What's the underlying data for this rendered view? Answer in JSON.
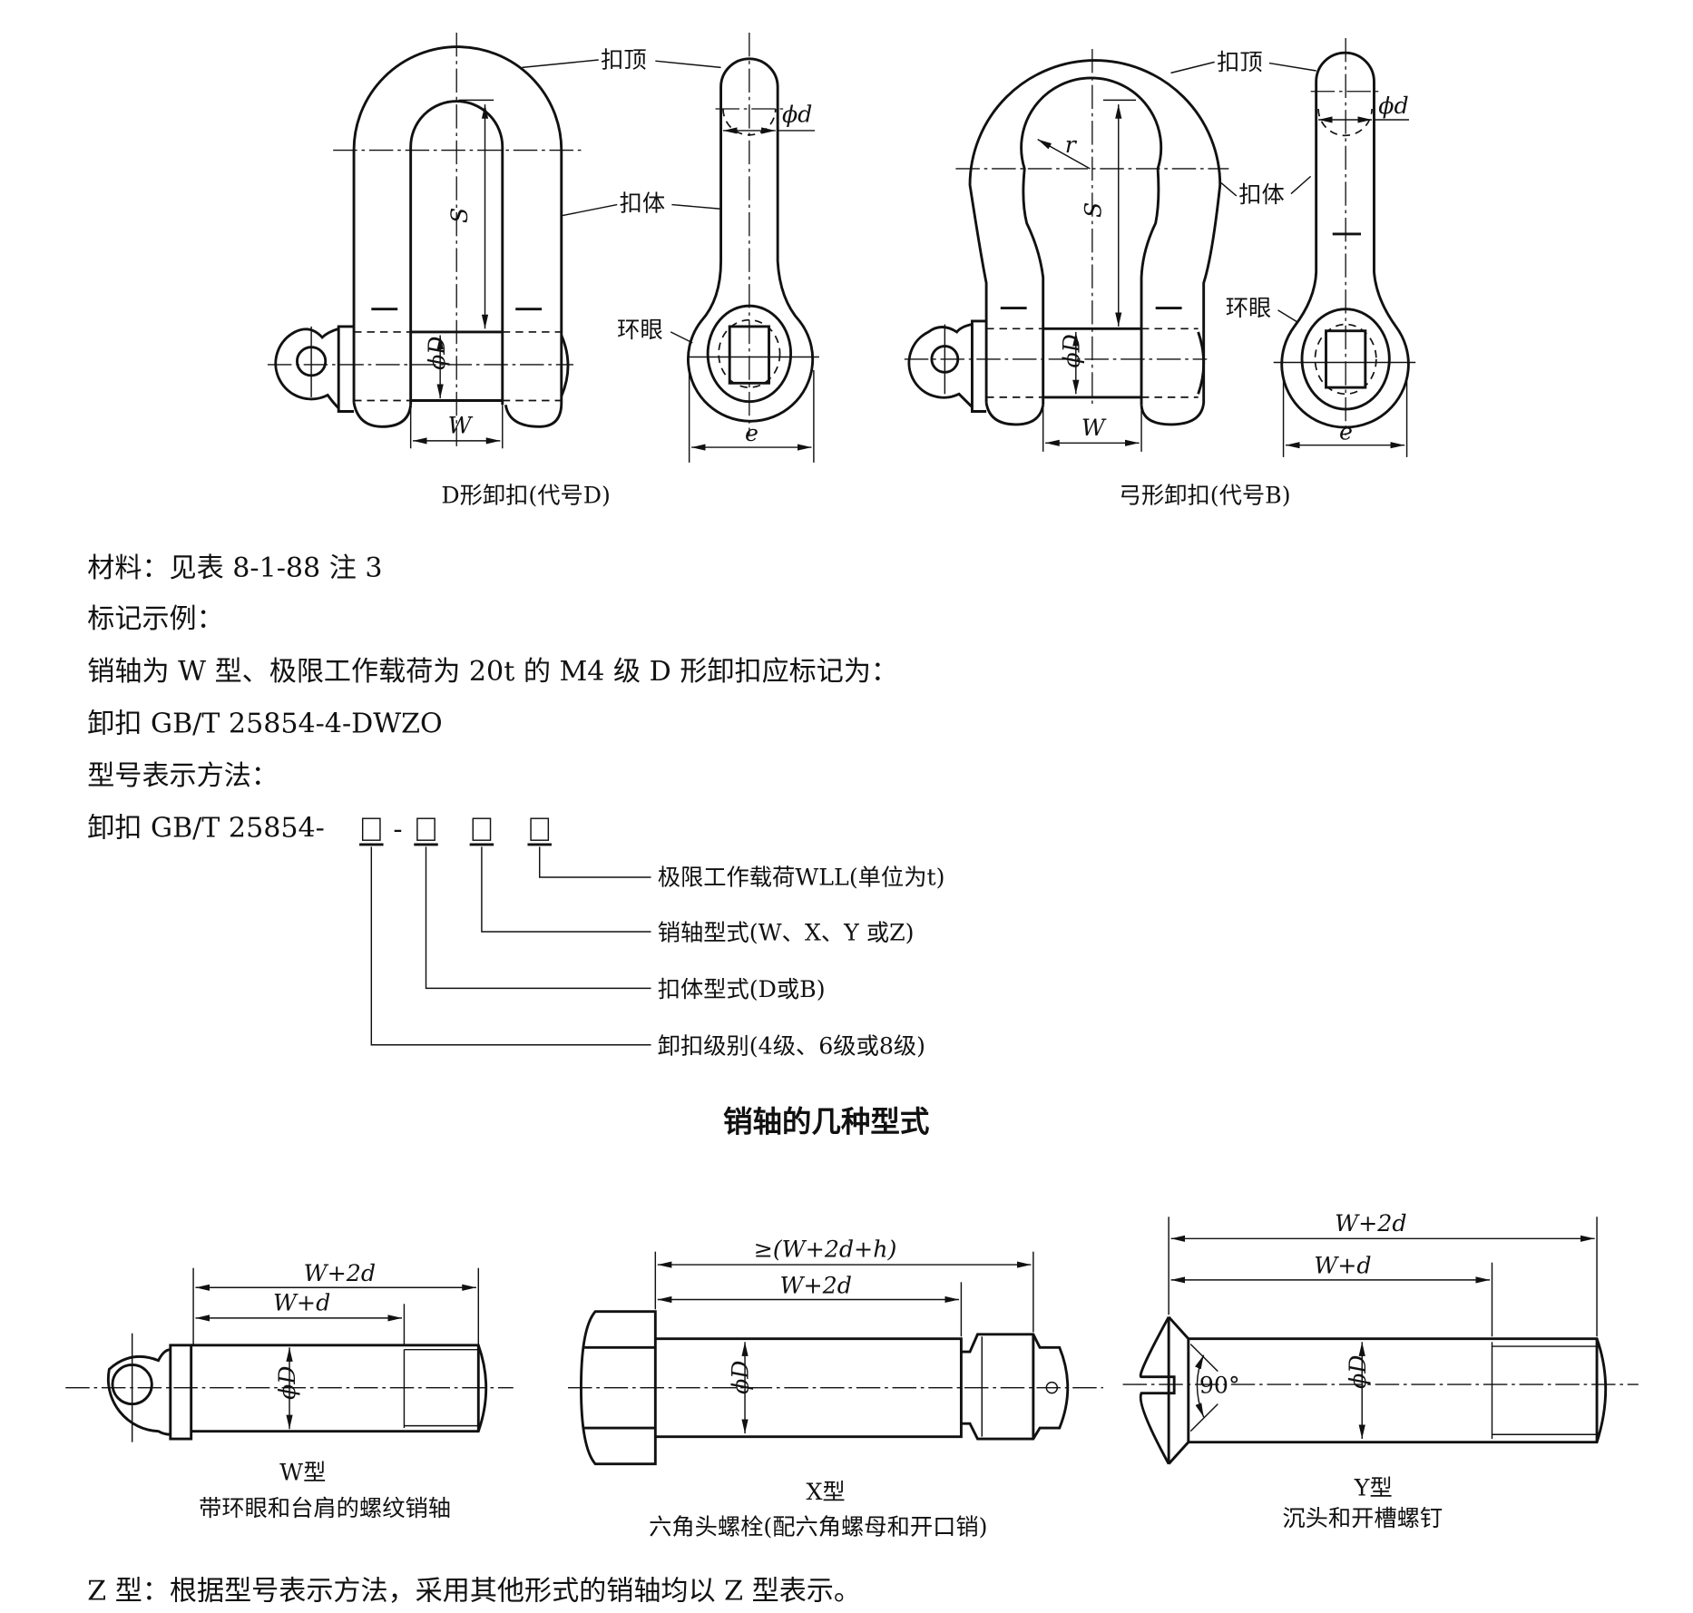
{
  "figures": {
    "d_shackle": {
      "caption": "D形卸扣(代号D)",
      "labels": {
        "crown": "扣顶",
        "body": "扣体",
        "eye": "环眼"
      },
      "dims": {
        "pin_dia": "ϕD",
        "wire_dia": "ϕd",
        "span": "S",
        "width": "W",
        "eye_width": "e"
      }
    },
    "bow_shackle": {
      "caption": "弓形卸扣(代号B)",
      "labels": {
        "crown": "扣顶",
        "body": "扣体",
        "eye": "环眼"
      },
      "dims": {
        "pin_dia": "ϕD",
        "wire_dia": "ϕd",
        "span": "S",
        "width": "W",
        "eye_width": "e",
        "radius": "r"
      }
    }
  },
  "text": {
    "material": "材料：见表 8-1-88 注 3",
    "marking_example_heading": "标记示例：",
    "marking_example_desc": "销轴为 W 型、极限工作载荷为 20t 的 M4 级 D 形卸扣应标记为：",
    "marking_example_code": "卸扣 GB/T 25854-4-DWZO",
    "designation_heading": "型号表示方法：",
    "designation_prefix": "卸扣 GB/T 25854-",
    "designation_sep": "-"
  },
  "designation_legend": [
    "极限工作载荷WLL(单位为t)",
    "销轴型式(W、X、Y 或Z)",
    "扣体型式(D或B)",
    "卸扣级别(4级、6级或8级)"
  ],
  "pins": {
    "section_title": "销轴的几种型式",
    "w_type": {
      "name": "W型",
      "desc": "带环眼和台肩的螺纹销轴",
      "dims": {
        "outer": "W+2d",
        "inner": "W+d",
        "dia": "ϕD"
      }
    },
    "x_type": {
      "name": "X型",
      "desc": "六角头螺栓(配六角螺母和开口销)",
      "dims": {
        "outer": "≥(W+2d+h)",
        "inner": "W+2d",
        "dia": "ϕD"
      }
    },
    "y_type": {
      "name": "Y型",
      "desc": "沉头和开槽螺钉",
      "dims": {
        "outer": "W+2d",
        "inner": "W+d",
        "dia": "ϕD",
        "angle": "90°"
      }
    }
  },
  "footnote": "Z 型：根据型号表示方法，采用其他形式的销轴均以 Z 型表示。"
}
